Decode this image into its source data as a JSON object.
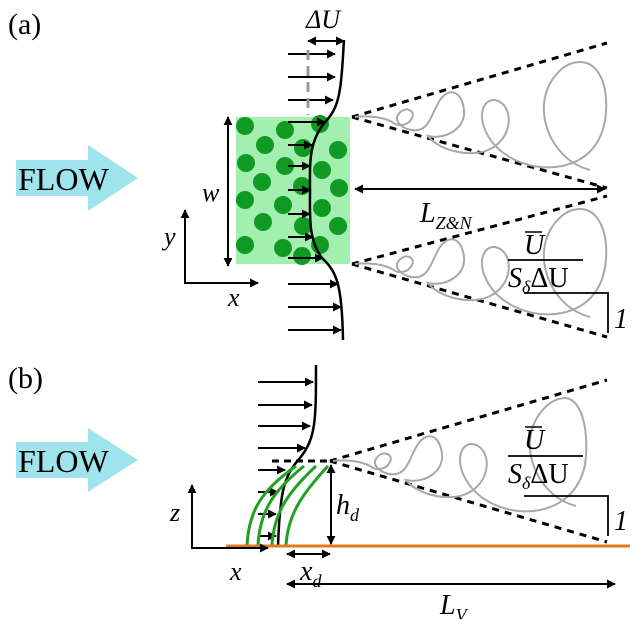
{
  "panel_a": {
    "label": "(a)",
    "flow_label": "FLOW",
    "delta_u": "ΔU",
    "w_label": "w",
    "y_axis": "y",
    "x_axis": "x",
    "length_label": {
      "base": "L",
      "sub": "Z&N"
    },
    "slope": {
      "num": "U",
      "den_s": "S",
      "den_sub": "δ",
      "den_rest": "ΔU",
      "run": "1"
    }
  },
  "panel_b": {
    "label": "(b)",
    "flow_label": "FLOW",
    "z_axis": "z",
    "x_axis": "x",
    "hd_label": {
      "base": "h",
      "sub": "d"
    },
    "xd_label": {
      "base": "x",
      "sub": "d"
    },
    "lv_label": {
      "base": "L",
      "sub": "V"
    },
    "slope": {
      "num": "U",
      "den_s": "S",
      "den_sub": "δ",
      "den_rest": "ΔU",
      "run": "1"
    }
  },
  "colors": {
    "flow_arrow": "#9fe3ec",
    "canopy_fill": "#a3efb0",
    "canopy_dots": "#119a23",
    "vegetation": "#22a022",
    "ground": "#e07a22",
    "wake": "#a8a8a8"
  }
}
